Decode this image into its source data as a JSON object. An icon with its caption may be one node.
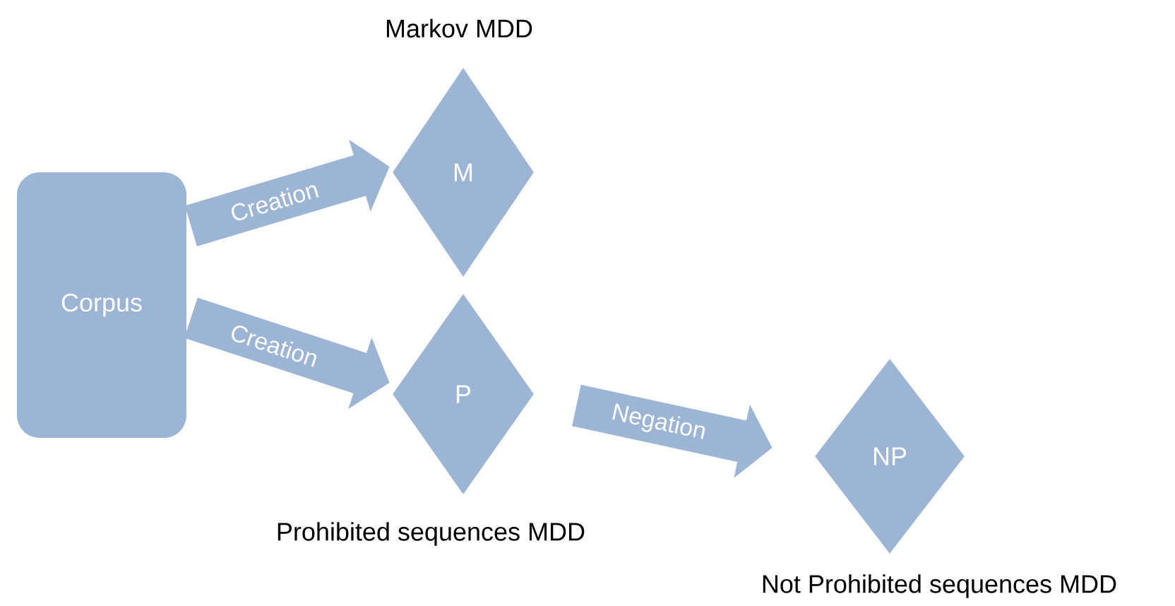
{
  "diagram": {
    "nodes": [
      {
        "text": [
          "Corpus"
        ]
      },
      {
        "text": [
          "M"
        ],
        "beside": [
          "Markov MDD"
        ]
      },
      {
        "text": [
          "P"
        ],
        "beside": [
          "Prohibited sequences MDD"
        ]
      },
      {
        "text": [
          "NP"
        ],
        "beside": [
          "Not Prohibited sequences MDD"
        ]
      }
    ],
    "edges": [
      {
        "from": 0,
        "to": 1,
        "arrow": "to",
        "label": "Creation"
      },
      {
        "from": 0,
        "to": 2,
        "arrow": "to",
        "label": "Creation"
      },
      {
        "from": 2,
        "to": 3,
        "arrow": "to",
        "label": "Negation"
      }
    ]
  }
}
